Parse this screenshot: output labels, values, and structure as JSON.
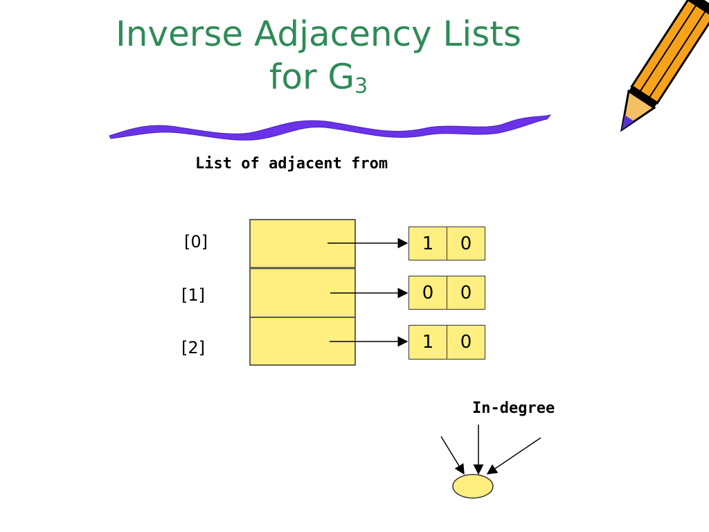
{
  "slide": {
    "title_line1": "Inverse Adjacency Lists",
    "title_line2": "for G",
    "title_sub": "3",
    "subtitle": "List of adjacent from",
    "indegree_label": "In-degree"
  },
  "vertices": [
    {
      "index": "[0]",
      "node": {
        "data": "1",
        "next": "0"
      }
    },
    {
      "index": "[1]",
      "node": {
        "data": "0",
        "next": "0"
      }
    },
    {
      "index": "[2]",
      "node": {
        "data": "1",
        "next": "0"
      }
    }
  ],
  "colors": {
    "title": "#2e8b57",
    "fill": "#ffee80",
    "squiggle": "#6a33e8",
    "pencil_body": "#f7a21b",
    "pencil_tip": "#5533cc"
  }
}
